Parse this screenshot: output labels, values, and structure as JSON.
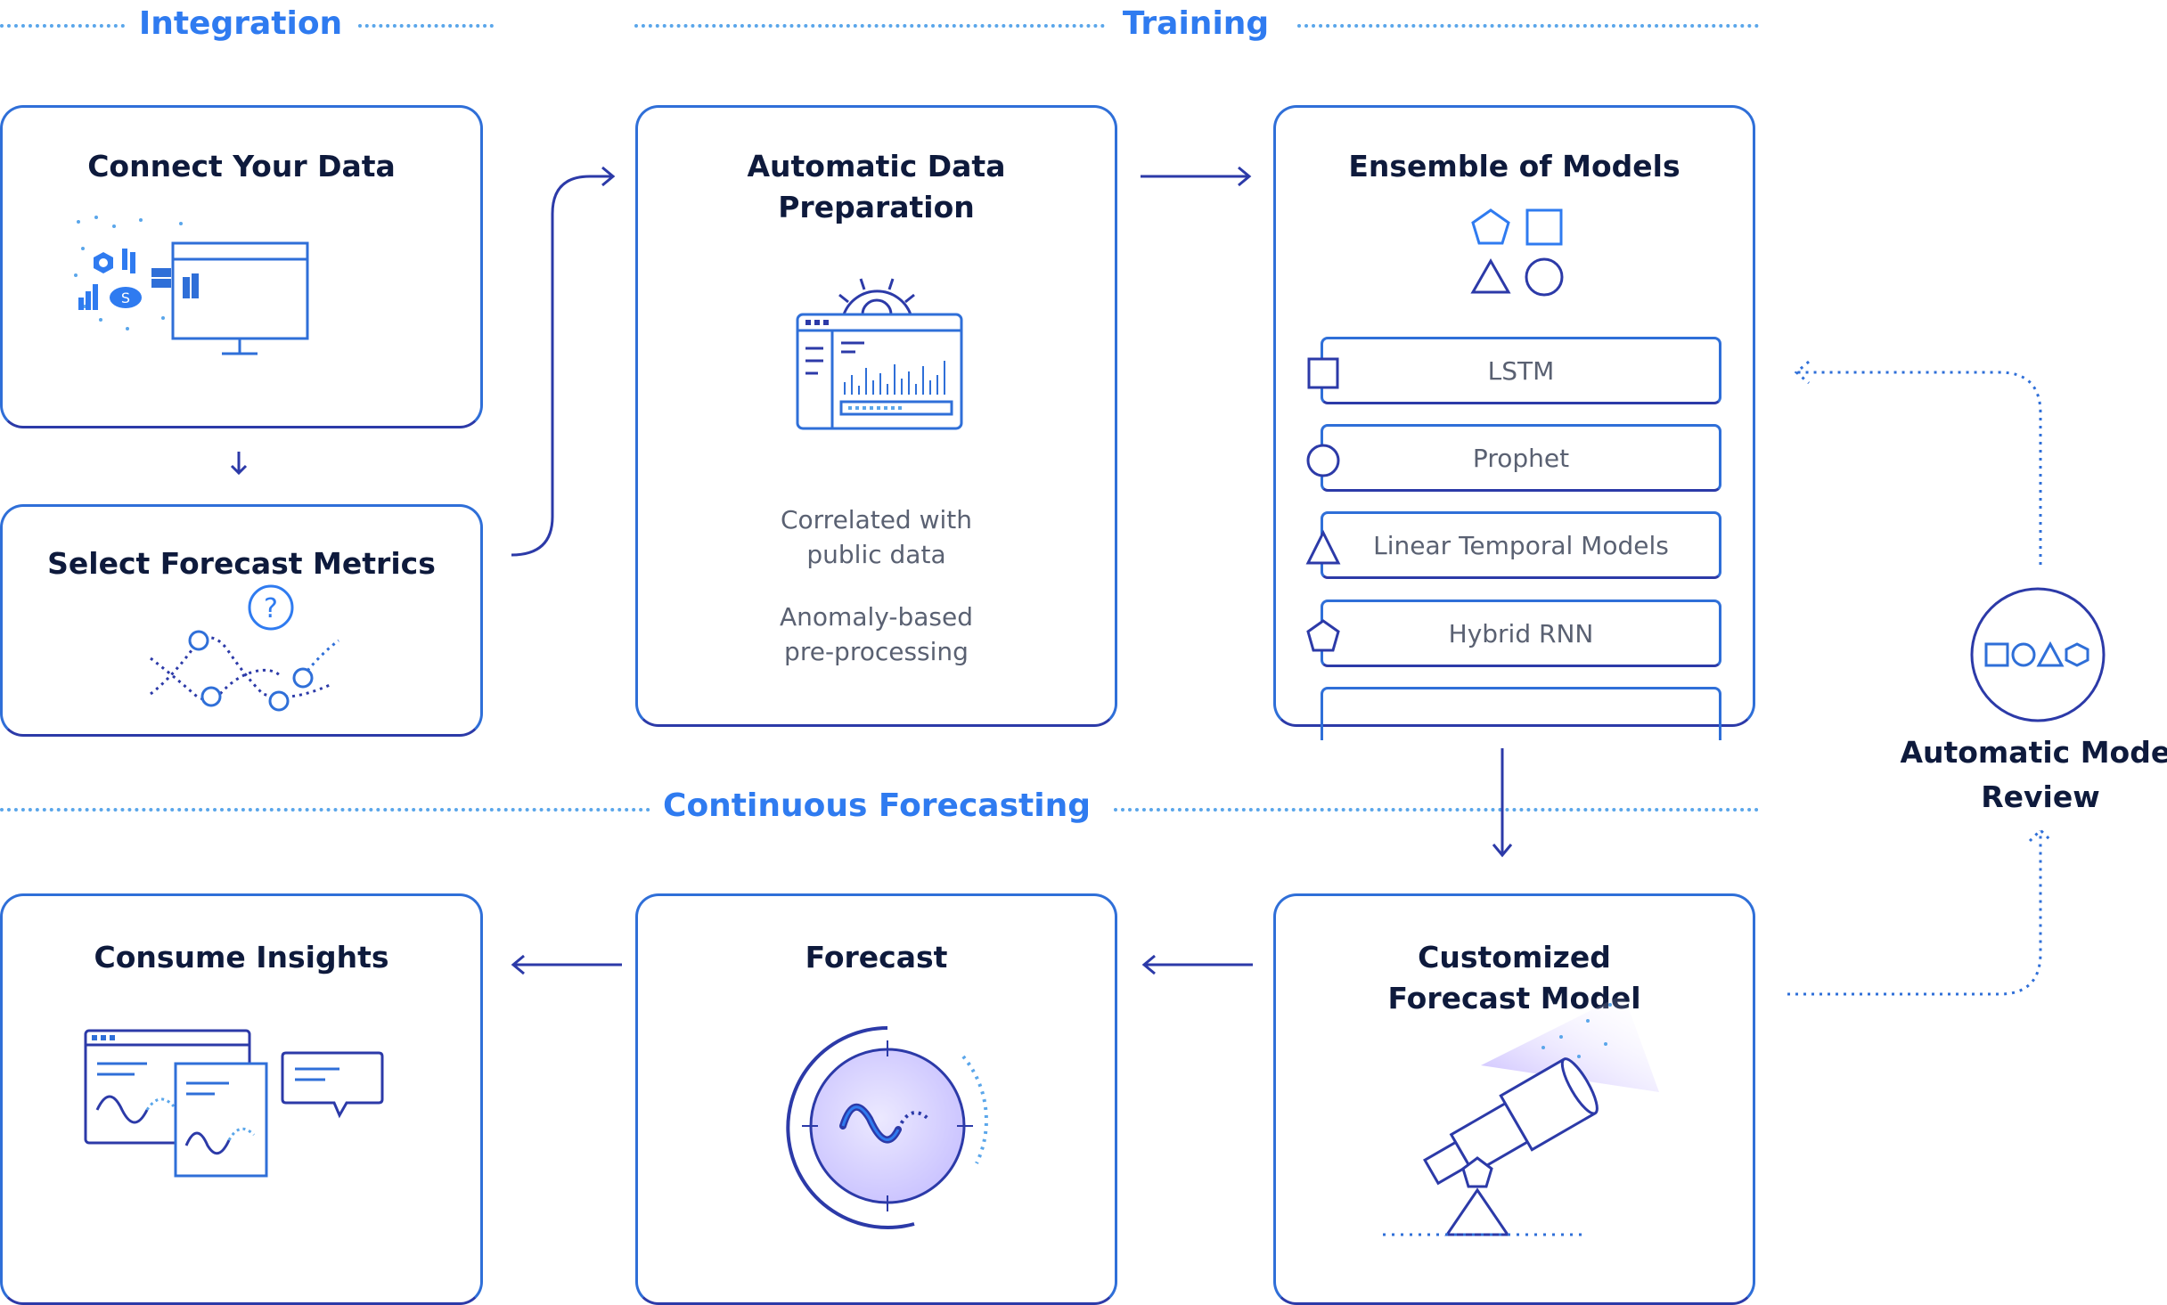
{
  "sections": {
    "integration": "Integration",
    "training": "Training",
    "continuous": "Continuous Forecasting"
  },
  "cards": {
    "connect": {
      "title": "Connect Your Data"
    },
    "select": {
      "title": "Select Forecast Metrics"
    },
    "prep": {
      "title": "Automatic  Data\nPreparation",
      "note1": "Correlated with\npublic data",
      "note2": "Anomaly-based\n pre-processing"
    },
    "ensemble": {
      "title": "Ensemble of Models",
      "models": [
        "LSTM",
        "Prophet",
        "Linear Temporal Models",
        "Hybrid RNN"
      ]
    },
    "consume": {
      "title": "Consume Insights"
    },
    "forecast": {
      "title": "Forecast"
    },
    "customized": {
      "title": "Customized\nForecast Model"
    }
  },
  "review": {
    "label": "Automatic Model\nReview"
  },
  "icons": {
    "data_sources": "data-sources-icon",
    "question": "question-icon",
    "gear_dashboard": "gear-dashboard-icon",
    "shapes": "model-shapes-icon",
    "telescope": "telescope-icon",
    "wave_gauge": "wave-gauge-icon",
    "insights": "insight-documents-icon"
  },
  "colors": {
    "accent": "#2f7bf0",
    "border": "#2f6fd8",
    "deep": "#2c3aa8",
    "text": "#0e1a3c",
    "muted": "#5a6172"
  }
}
